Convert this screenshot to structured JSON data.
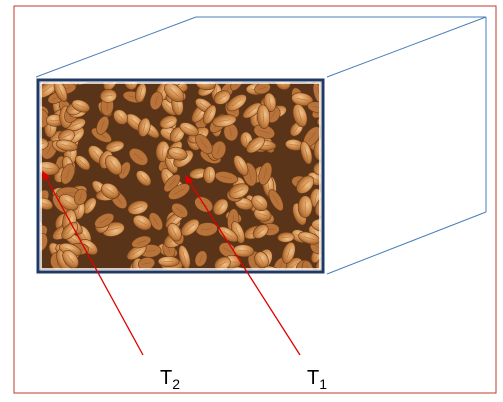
{
  "diagram": {
    "image_content": "almonds",
    "labels": {
      "t1": {
        "main": "T",
        "sub": "1"
      },
      "t2": {
        "main": "T",
        "sub": "2"
      }
    },
    "colors": {
      "border": "#c0392b",
      "box_edges": "#4a7ebb",
      "front_frame": "#1f3864",
      "arrows": "#e00000",
      "almond_light": "#d9a066",
      "almond_dark": "#a8622c",
      "background_dark": "#5a3418"
    }
  }
}
